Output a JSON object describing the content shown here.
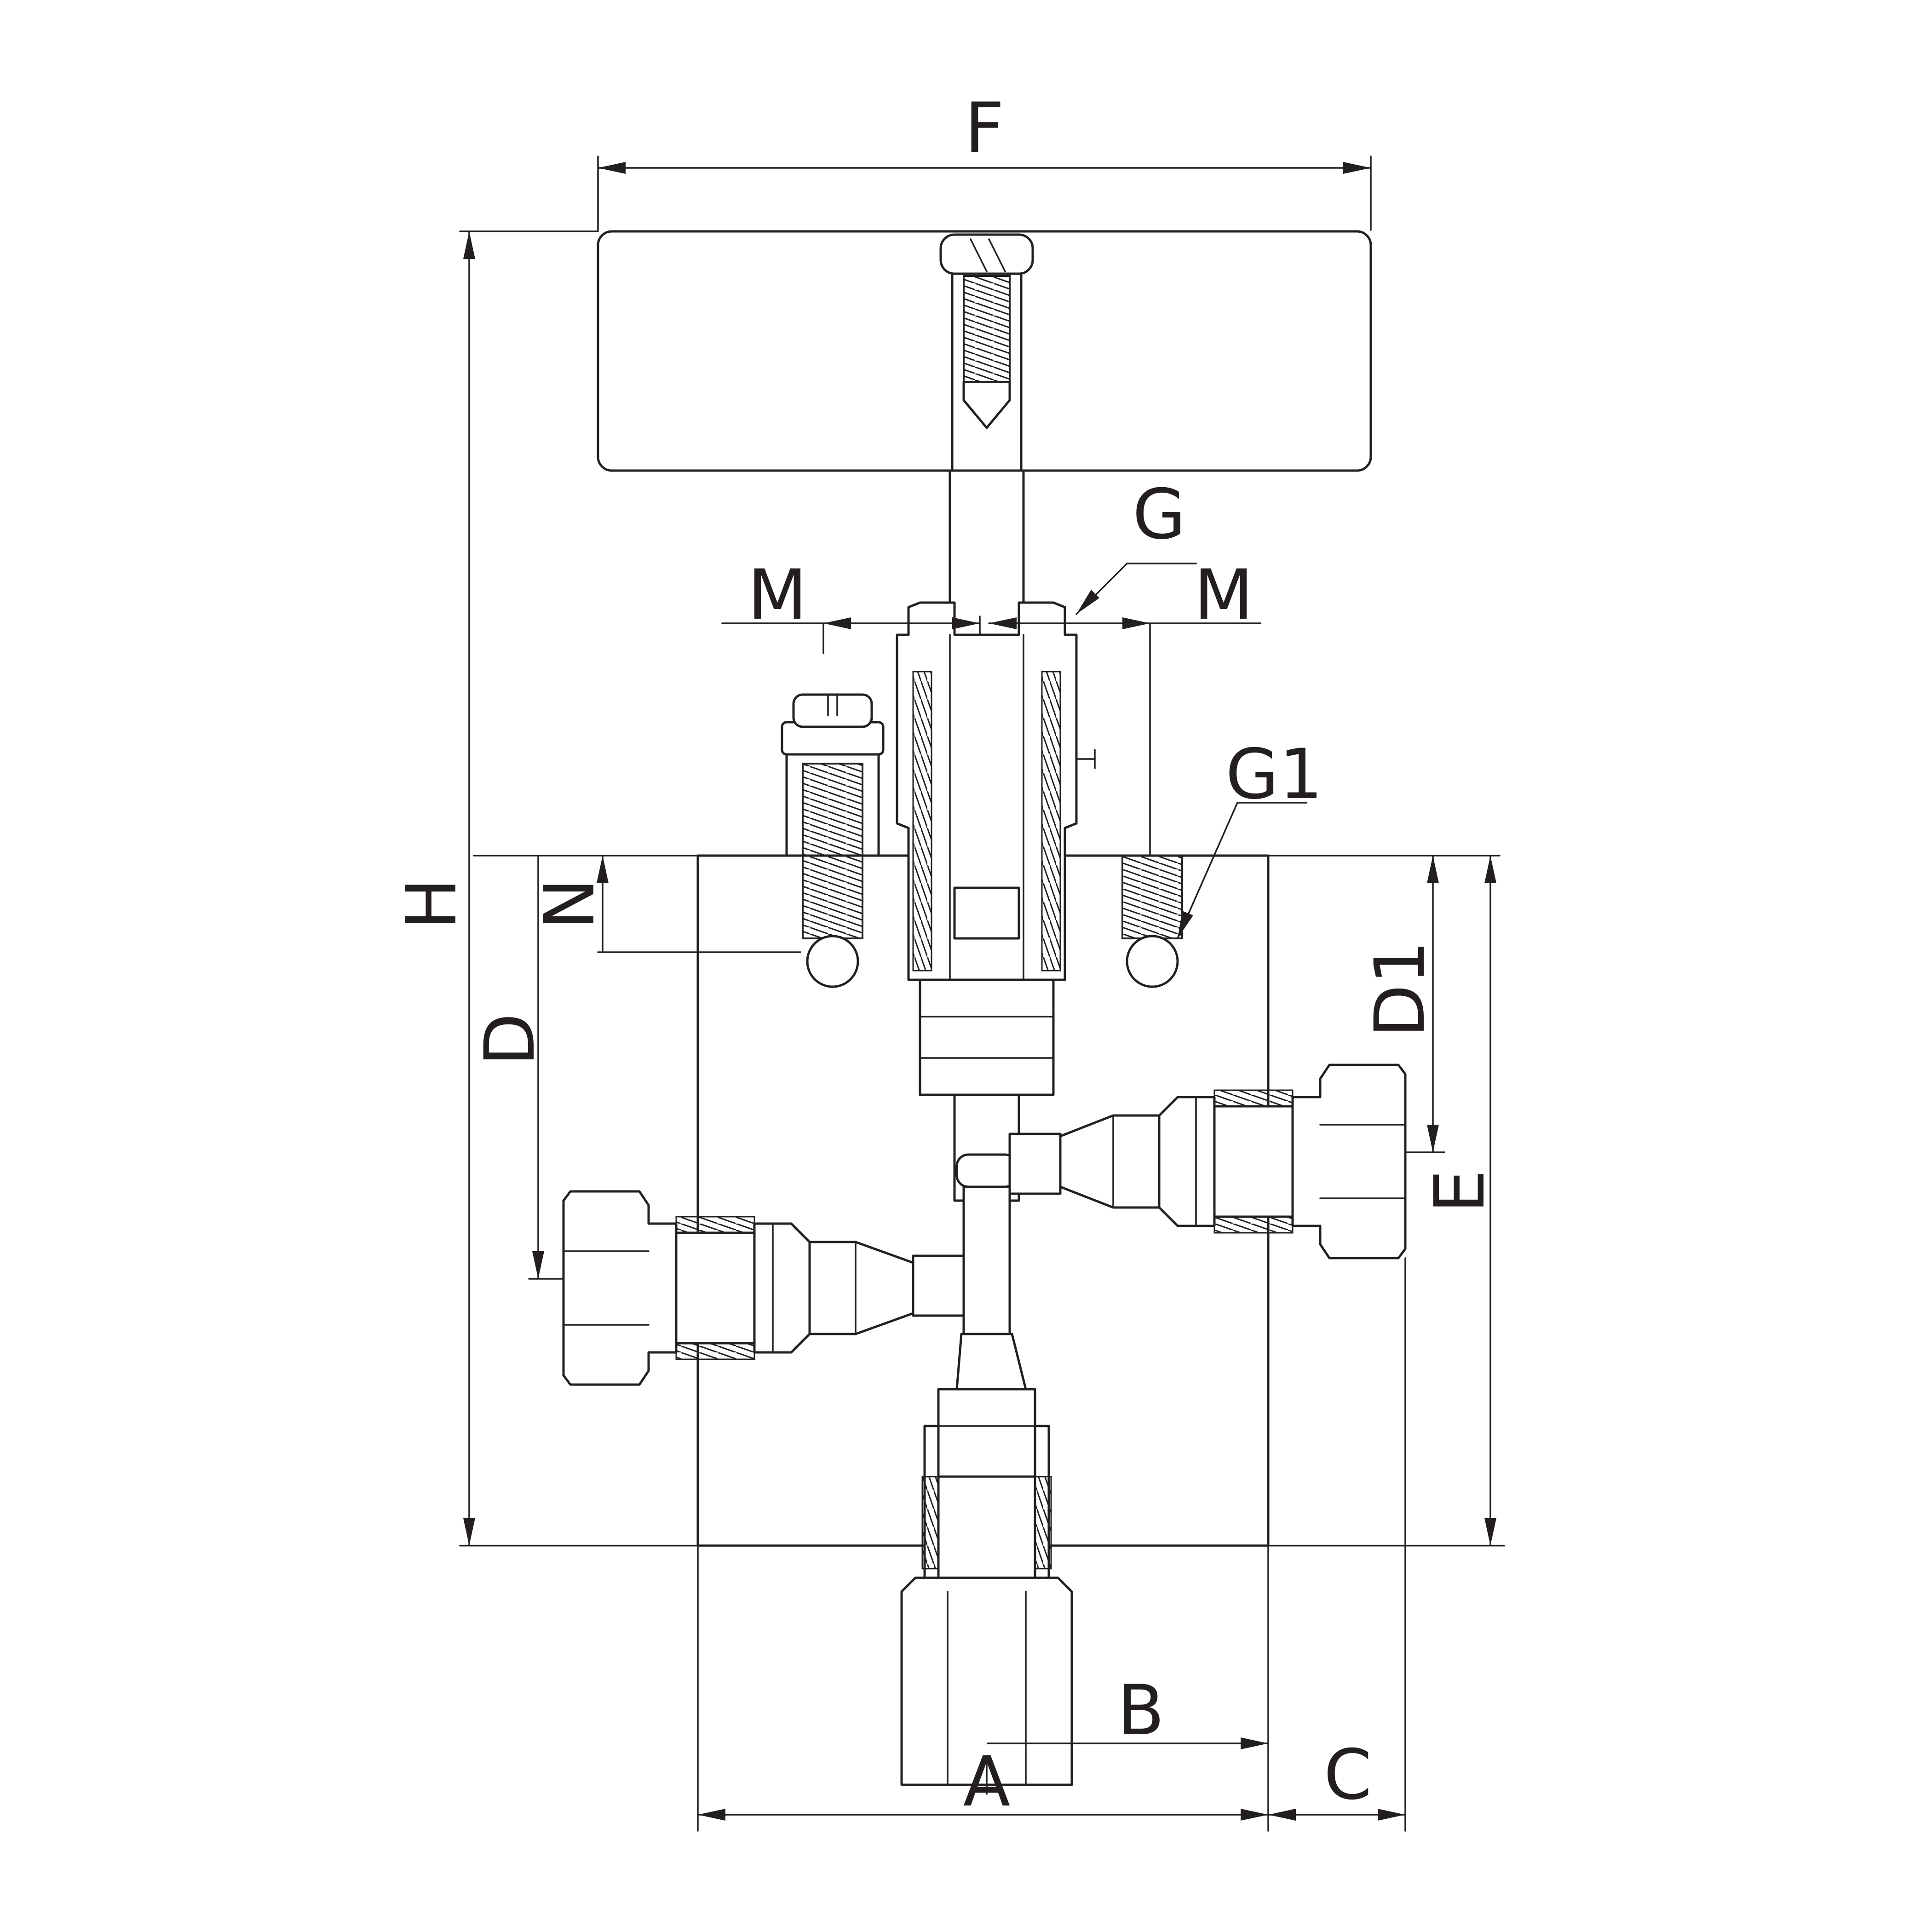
{
  "colors": {
    "line": "#231f20",
    "background": "#ffffff"
  },
  "labels": {
    "F": "F",
    "G": "G",
    "G1": "G1",
    "M_left": "M",
    "M_right": "M",
    "H": "H",
    "N": "N",
    "D": "D",
    "D1": "D1",
    "E": "E",
    "A": "A",
    "B": "B",
    "C": "C"
  }
}
